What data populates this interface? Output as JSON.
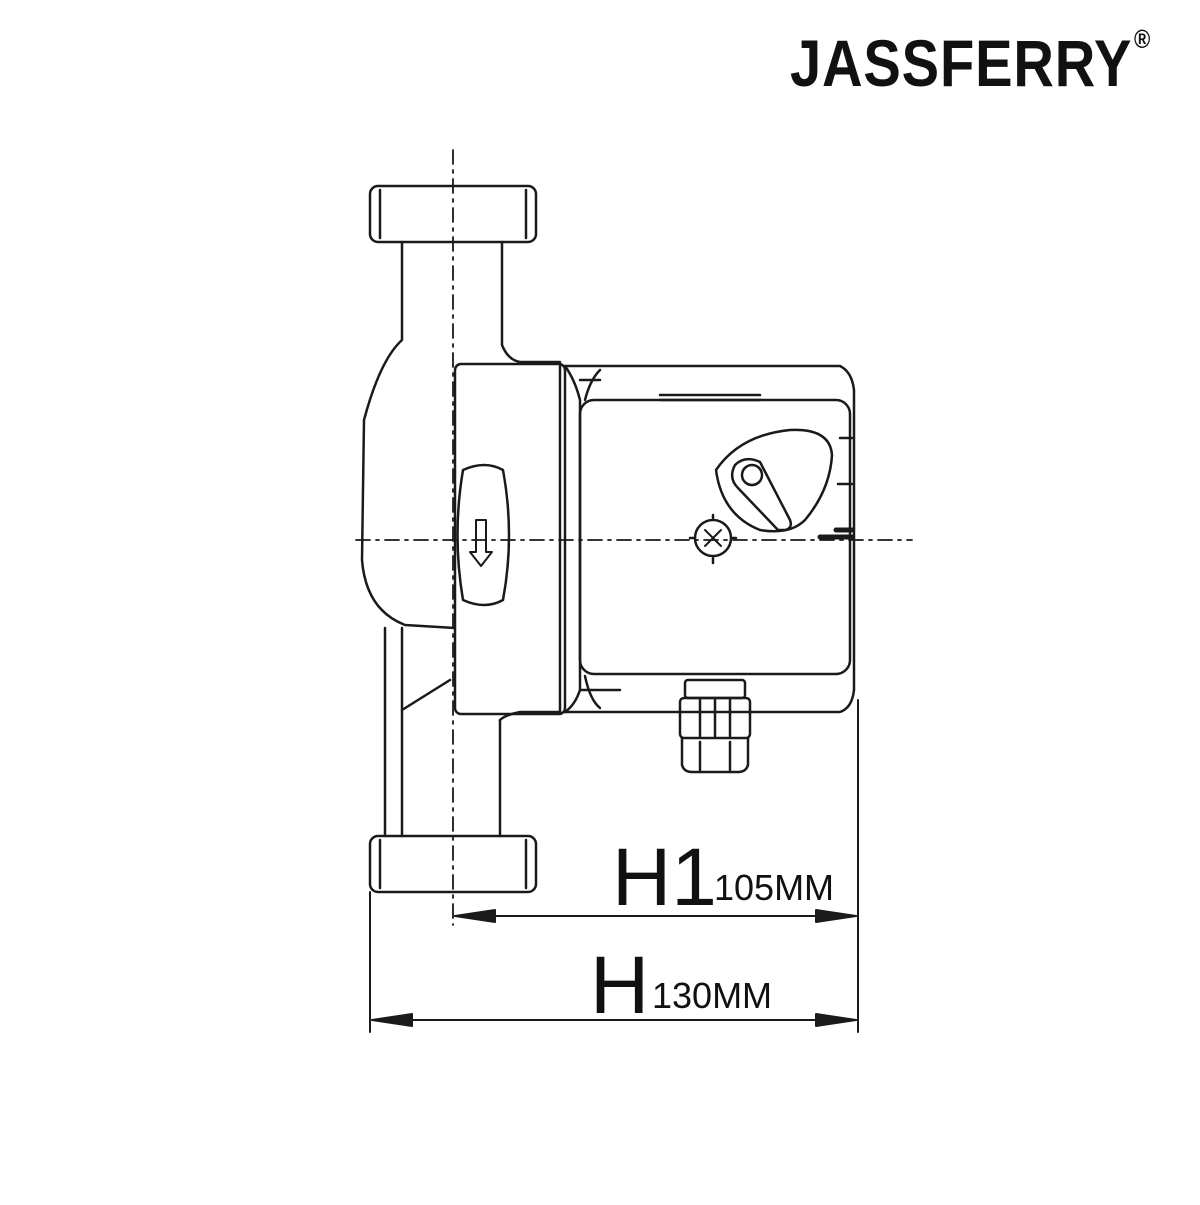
{
  "brand": {
    "name": "JASSFERRY",
    "mark": "®"
  },
  "dimensions": {
    "h1": {
      "letter": "H1",
      "value": "105MM"
    },
    "h": {
      "letter": "H",
      "value": "130MM"
    }
  },
  "colors": {
    "line": "#1a1a1a",
    "background": "#ffffff"
  },
  "icons": [
    "flow-arrow-icon",
    "speed-selector-knob-icon",
    "vent-screw-icon"
  ]
}
